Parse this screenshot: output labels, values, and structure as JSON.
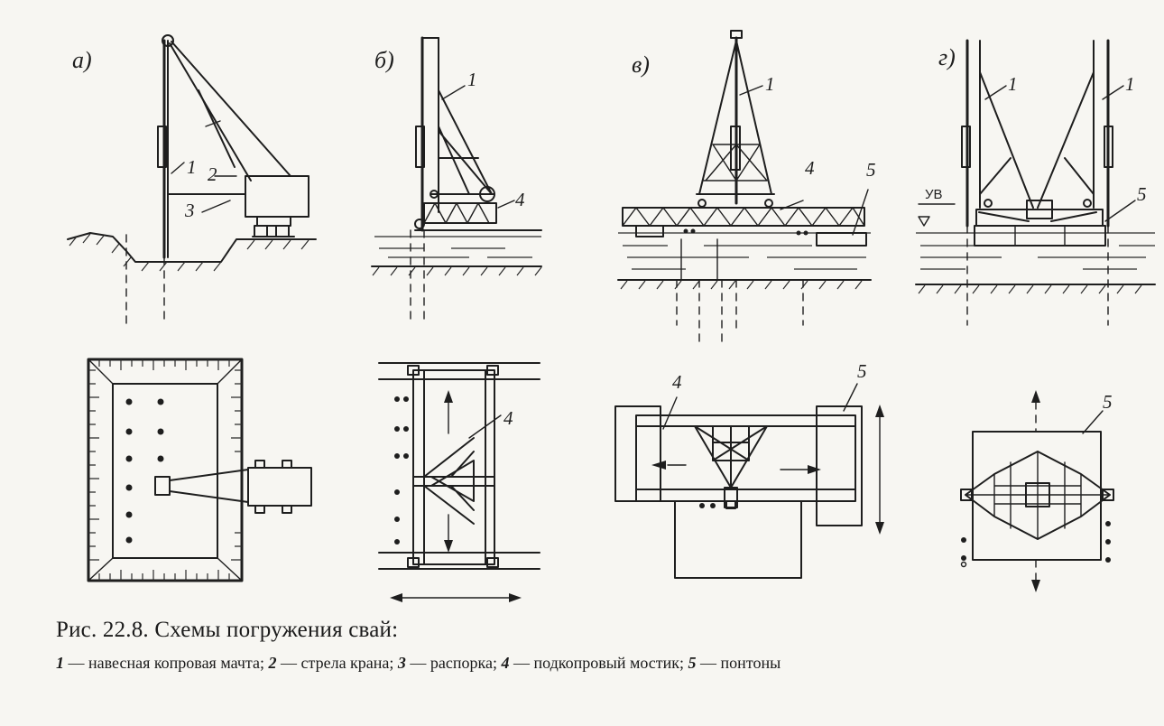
{
  "diagram": {
    "panels": [
      {
        "label": "а)",
        "callouts": [
          "1",
          "2",
          "3"
        ]
      },
      {
        "label": "б)",
        "callouts": [
          "1",
          "4"
        ]
      },
      {
        "label": "в)",
        "callouts": [
          "1",
          "4",
          "5"
        ]
      },
      {
        "label": "г)",
        "callouts": [
          "1",
          "1",
          "5"
        ],
        "water_level": "УВ"
      }
    ],
    "plan_callouts": {
      "b": "4",
      "v_bridge": "4",
      "v_pontoon": "5",
      "g_pontoon": "5"
    }
  },
  "caption": {
    "title": "Рис. 22.8. Схемы погружения свай:",
    "legend": [
      {
        "num": "1",
        "text": "— навесная копровая мачта; "
      },
      {
        "num": "2",
        "text": "— стрела крана; "
      },
      {
        "num": "3",
        "text": "— распорка; "
      },
      {
        "num": "4",
        "text": "— подкопровый мостик; "
      },
      {
        "num": "5",
        "text": "— понтоны"
      }
    ]
  }
}
